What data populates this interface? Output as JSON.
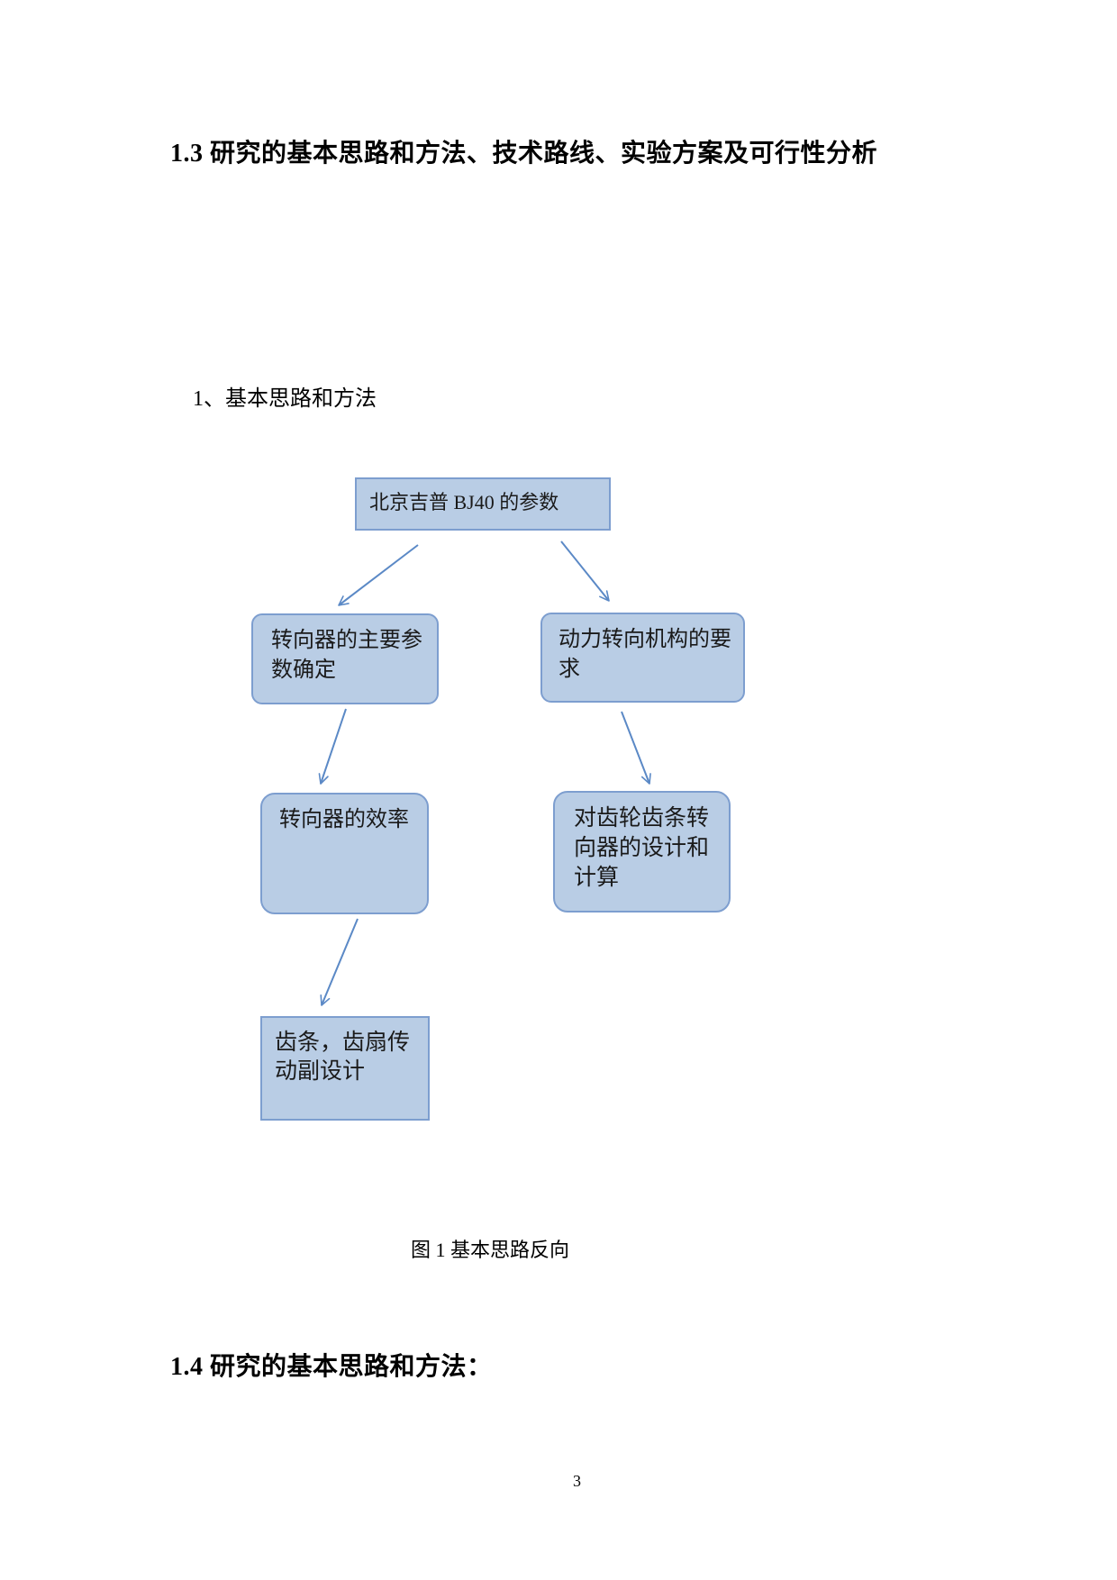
{
  "document": {
    "heading_1_3": "1.3 研究的基本思路和方法、技术路线、实验方案及可行性分析",
    "subheading_1": "1、基本思路和方法",
    "figure_caption": "图 1 基本思路反向",
    "heading_1_4": "1.4 研究的基本思路和方法：",
    "page_number": "3"
  },
  "flowchart": {
    "colors": {
      "node_fill": "#b9cde5",
      "node_border": "#7d9ecf",
      "arrow": "#5b89c6",
      "text": "#1a1a1a"
    },
    "nodes": {
      "bj40_params": "北京吉普 BJ40 的参数",
      "steering_gear_main_params": "转向器的主要参数确定",
      "power_steering_requirements": "动力转向机构的要求",
      "steering_gear_efficiency": "转向器的效率",
      "rack_pinion_design": "对齿轮齿条转向器的设计和计算",
      "rack_sector_pair_design": "齿条，齿扇传动副设计"
    }
  }
}
